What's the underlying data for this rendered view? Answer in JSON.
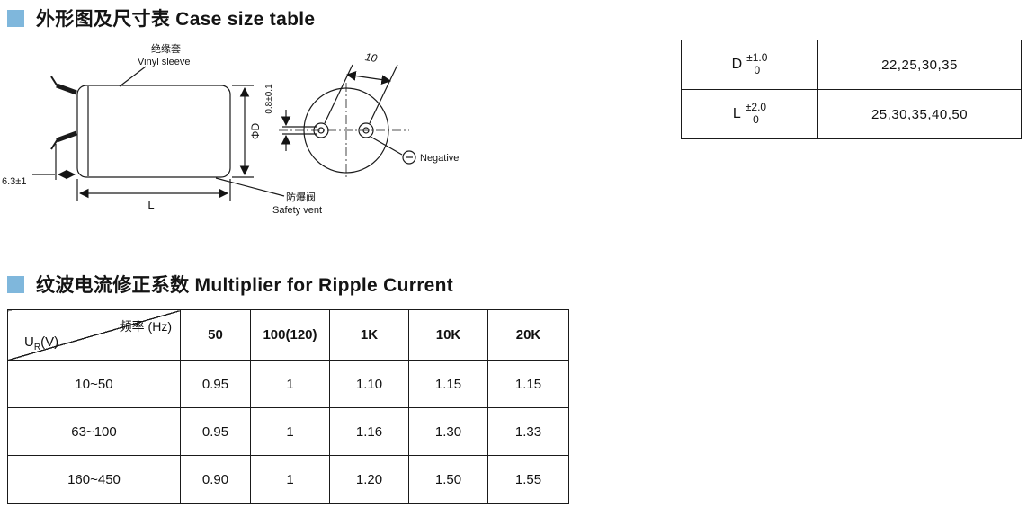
{
  "page": {
    "accent_color": "#7fb7dc",
    "background": "#ffffff"
  },
  "case_size_section": {
    "title": "外形图及尺寸表  Case size table",
    "drawing": {
      "vinyl_sleeve_zh": "绝缘套",
      "vinyl_sleeve_en": "Vinyl sleeve",
      "safety_vent_zh": "防爆阀",
      "safety_vent_en": "Safety vent",
      "negative_label": "Negative",
      "dim_lead": "6.3±1",
      "dim_length": "L",
      "dim_diameter": "ΦD",
      "dim_pin_spacing": "10",
      "dim_terminal_width": "0.8±0.1"
    },
    "size_table": {
      "rows": [
        {
          "symbol": "D",
          "tol_upper": "±1.0",
          "tol_lower": "0",
          "values": "22,25,30,35"
        },
        {
          "symbol": "L",
          "tol_upper": "±2.0",
          "tol_lower": "0",
          "values": "25,30,35,40,50"
        }
      ]
    }
  },
  "ripple_section": {
    "title": "纹波电流修正系数 Multiplier for Ripple Current",
    "table": {
      "corner_top_label": "频率 (Hz)",
      "corner_bottom_u": "U",
      "corner_bottom_sub": "R",
      "corner_bottom_unit": "(V)",
      "frequency_headers": [
        "50",
        "100(120)",
        "1K",
        "10K",
        "20K"
      ],
      "rows": [
        {
          "voltage_range": "10~50",
          "multipliers": [
            "0.95",
            "1",
            "1.10",
            "1.15",
            "1.15"
          ]
        },
        {
          "voltage_range": "63~100",
          "multipliers": [
            "0.95",
            "1",
            "1.16",
            "1.30",
            "1.33"
          ]
        },
        {
          "voltage_range": "160~450",
          "multipliers": [
            "0.90",
            "1",
            "1.20",
            "1.50",
            "1.55"
          ]
        }
      ]
    }
  }
}
